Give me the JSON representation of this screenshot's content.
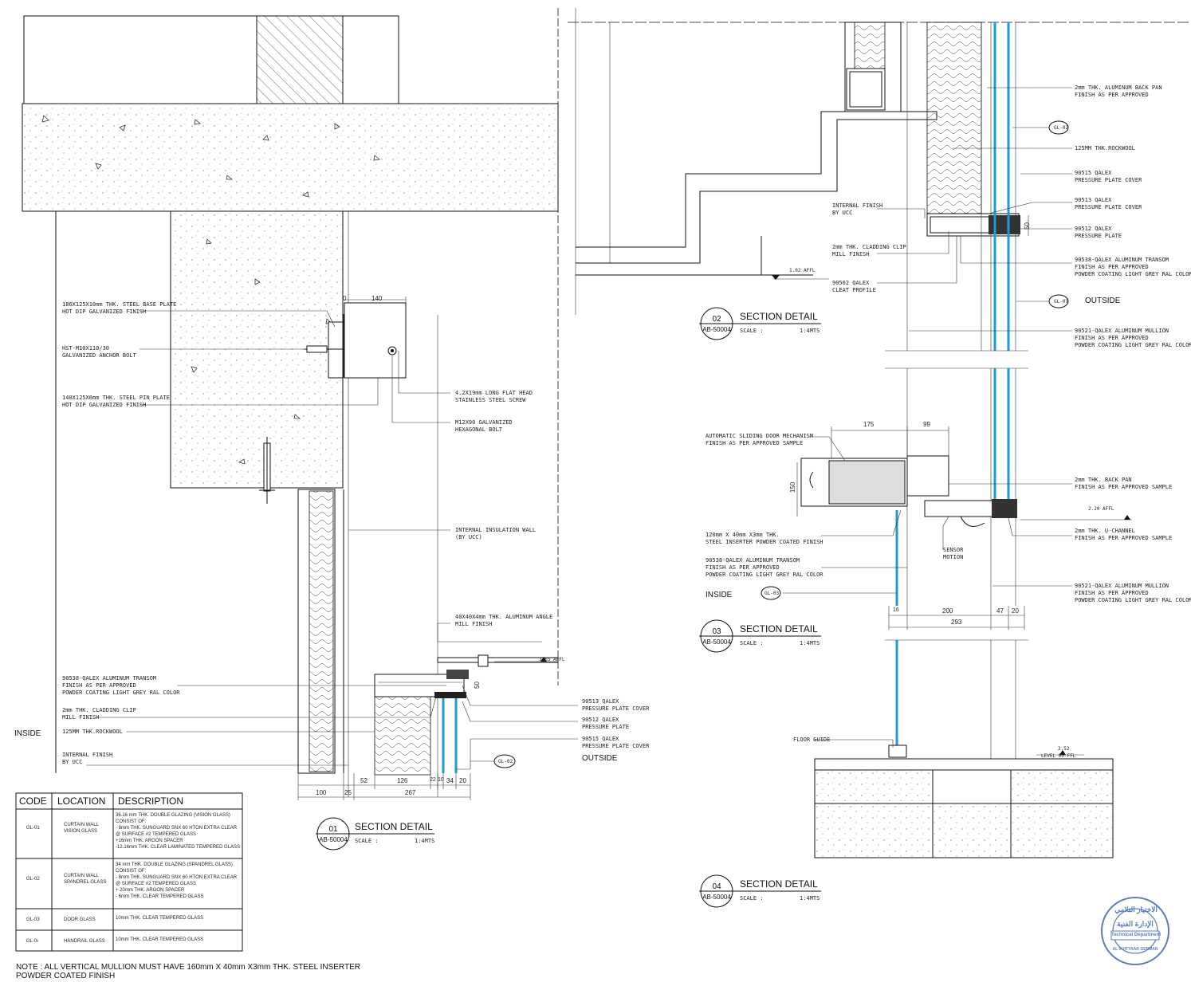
{
  "detail1": {
    "labels": {
      "base_plate_1": "186X125X10mm THK. STEEL BASE PLATE",
      "base_plate_2": "HOT DIP GALVANIZED FINISH",
      "anchor_1": "HST-M10X110/30",
      "anchor_2": "GALVANIZED ANCHOR BOLT",
      "pin_plate_1": "140X125X6mm THK. STEEL PIN PLATE",
      "pin_plate_2": "HOT DIP GALVANIZED FINISH",
      "screw_1": "4.2X19mm LONG FLAT HEAD",
      "screw_2": "STAINLESS STEEL SCREW",
      "bolt_1": "M12X90 GALVANIZED",
      "bolt_2": "HEXAGONAL BOLT",
      "insul_wall_1": "INTERNAL INSULATION WALL",
      "insul_wall_2": "(BY UCC)",
      "angle_1": "40X40X4mm THK. ALUMINUM ANGLE",
      "angle_2": "MILL FINISH",
      "level": "3.65 AFFL",
      "transom_1": "90538-QALEX ALUMINUM TRANSOM",
      "transom_2": "FINISH AS PER APPROVED",
      "transom_3": "POWDER COATING LIGHT GREY RAL COLOR",
      "clip_1": "2mm THK. CLADDING CLIP",
      "clip_2": "MILL FINISH",
      "rockwool": "125MM THK.ROCKWOOL",
      "int_finish_1": "INTERNAL FINISH",
      "int_finish_2": "BY UCC",
      "p90513_1": "90513 QALEX",
      "p90513_2": "PRESSURE PLATE COVER",
      "p90512_1": "90512 QALEX",
      "p90512_2": "PRESSURE PLATE",
      "p90515_1": "90515 QALEX",
      "p90515_2": "PRESSURE PLATE COVER",
      "outside": "OUTSIDE",
      "inside": "INSIDE",
      "tag": "GL-02"
    },
    "dims": {
      "d0": "0",
      "d140": "140",
      "d50": "50",
      "d52": "52",
      "d126": "126",
      "d22": "22",
      "d10": "10",
      "d34": "34",
      "d20": "20",
      "d100": "100",
      "d25": "25",
      "d267": "267"
    },
    "title": {
      "num": "01",
      "name": "SECTION DETAIL",
      "ref": "AB-50004",
      "scale_label": "SCALE :",
      "scale": "1:4MTS"
    }
  },
  "detail2": {
    "labels": {
      "backpan_1": "2mm THK. ALUMINUM BACK PAN",
      "backpan_2": "FINISH AS PER APPROVED",
      "rockwool": "125MM THK.ROCKWOOL",
      "p90515_1": "90515 QALEX",
      "p90515_2": "PRESSURE PLATE COVER",
      "p90513_1": "90513 QALEX",
      "p90513_2": "PRESSURE PLATE COVER",
      "p90512_1": "90512 QALEX",
      "p90512_2": "PRESSURE PLATE",
      "transom_1": "90538-QALEX ALUMINUM TRANSOM",
      "transom_2": "FINISH AS PER APPROVED",
      "transom_3": "POWDER COATING LIGHT GREY RAL COLOR",
      "int_finish_1": "INTERNAL FINISH",
      "int_finish_2": "BY UCC",
      "clip_1": "2mm THK. CLADDING CLIP",
      "clip_2": "MILL FINISH",
      "cleat_1": "90562 QALEX",
      "cleat_2": "CLEAT PROFILE",
      "level": "1.02 AFFL",
      "outside": "OUTSIDE",
      "mullion_1": "90521-QALEX ALUMINUM MULLION",
      "mullion_2": "FINISH AS PER APPROVED",
      "mullion_3": "POWDER COATING LIGHT GREY RAL COLOR",
      "tag_gl02": "GL-02",
      "tag_gl01": "GL-01",
      "d50": "50"
    },
    "title": {
      "num": "02",
      "name": "SECTION DETAIL",
      "ref": "AB-50004",
      "scale_label": "SCALE :",
      "scale": "1:4MTS"
    }
  },
  "detail3": {
    "labels": {
      "mech_1": "AUTOMATIC SLIDING DOOR MECHANISM",
      "mech_2": "FINISH AS PER APPROVED SAMPLE",
      "backpan_1": "2mm THK. BACK PAN",
      "backpan_2": "FINISH AS PER APPROVED SAMPLE",
      "level": "2.20 AFFL",
      "uchannel_1": "2mm THK. U-CHANNEL",
      "uchannel_2": "FINISH AS PER APPROVED SAMPLE",
      "inserter_1": "120mm X 40mm X3mm THK.",
      "inserter_2": "STEEL INSERTER POWDER COATED FINISH",
      "sensor_1": "SENSOR",
      "sensor_2": "MOTION",
      "transom_1": "90538-QALEX ALUMINUM TRANSOM",
      "transom_2": "FINISH AS PER APPROVED",
      "transom_3": "POWDER COATING LIGHT GREY RAL COLOR",
      "mullion_1": "90521-QALEX ALUMINUM MULLION",
      "mullion_2": "FINISH AS PER APPROVED",
      "mullion_3": "POWDER COATING LIGHT GREY RAL COLOR",
      "inside": "INSIDE",
      "tag": "GL-03"
    },
    "dims": {
      "d175": "175",
      "d99": "99",
      "d150": "150",
      "d16": "16",
      "d200": "200",
      "d47": "47",
      "d20": "20",
      "d293": "293"
    },
    "title": {
      "num": "03",
      "name": "SECTION DETAIL",
      "ref": "AB-50004",
      "scale_label": "SCALE :",
      "scale": "1:4MTS"
    }
  },
  "detail4": {
    "labels": {
      "floor_guide": "FLOOR GUIDE",
      "level_val": "2.52",
      "level": "LEVEL 00-FFL"
    },
    "title": {
      "num": "04",
      "name": "SECTION DETAIL",
      "ref": "AB-50004",
      "scale_label": "SCALE :",
      "scale": "1:4MTS"
    }
  },
  "table": {
    "headers": [
      "CODE",
      "LOCATION",
      "DESCRIPTION"
    ],
    "rows": [
      {
        "code": "GL-01",
        "location": [
          "CURTAIN WALL",
          "VISION GLASS"
        ],
        "desc": [
          "36.16 mm THK. DOUBLE GLAZING (VISION GLASS)",
          "CONSIST OF:",
          "- 8mm THK. SUNGUARD SNX 60 HTON EXTRA CLEAR",
          "@ SURFACE #2 TEMPERED GLASS",
          "+16mm THK. ARGON SPACER",
          "-12.16mm THK. CLEAR LAMINATED TEMPERED GLASS"
        ]
      },
      {
        "code": "GL-02",
        "location": [
          "CURTAIN WALL",
          "SPANDREL GLASS"
        ],
        "desc": [
          "34 mm THK. DOUBLE GLAZING (SPANDREL GLASS)",
          "CONSIST OF:",
          "- 8mm THK. SUNGUARD SNX 60 HTON EXTRA CLEAR",
          "@ SURFACE #2 TEMPERED GLASS",
          "+ 20mm THK. ARGON SPACER",
          "- 6mm THK. CLEAR TEMPERED GLASS"
        ]
      },
      {
        "code": "GL-03",
        "location": [
          "DOOR GLASS"
        ],
        "desc": [
          "10mm THK. CLEAR TEMPERED GLASS"
        ]
      },
      {
        "code": "GL-0ı",
        "location": [
          "HANDRAIL GLASS"
        ],
        "desc": [
          "10mm THK. CLEAR TEMPERED GLASS"
        ]
      }
    ]
  },
  "note": {
    "line1": "NOTE : ALL VERTICAL MULLION MUST HAVE 160mm X 40mm X3mm THK. STEEL INSERTER",
    "line2": "POWDER COATED FINISH"
  },
  "stamp": {
    "arabic_top": "الاختيار التلامي",
    "arabic_mid": "الإدارة الفنية",
    "dept": "Technical Department",
    "bottom": "AL IKHTYAAR GERMAN"
  },
  "colors": {
    "glass": "#1e9ad6",
    "ink": "#111111",
    "stamp": "#5a7fc0"
  }
}
